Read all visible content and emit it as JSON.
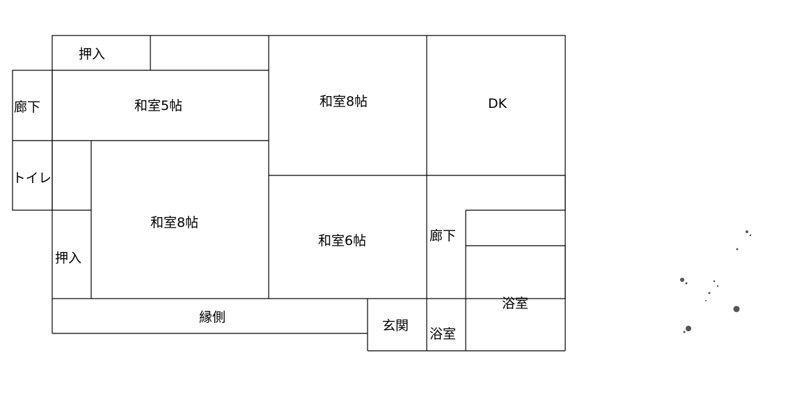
{
  "floor_plan": {
    "rooms": {
      "oshiire_top": "押入",
      "rouka_left": "廊下",
      "washitsu_5": "和室5帖",
      "washitsu_8_center": "和室8帖",
      "dk": "DK",
      "toilet": "トイレ",
      "washitsu_8_left": "和室8帖",
      "washitsu_6": "和室6帖",
      "rouka_right": "廊下",
      "oshiire_left": "押入",
      "yokushitsu_main": "浴室",
      "engawa": "縁側",
      "genkan": "玄関",
      "yokushitsu_small": "浴室"
    },
    "colors": {
      "line": "#000000",
      "background": "#ffffff"
    }
  }
}
